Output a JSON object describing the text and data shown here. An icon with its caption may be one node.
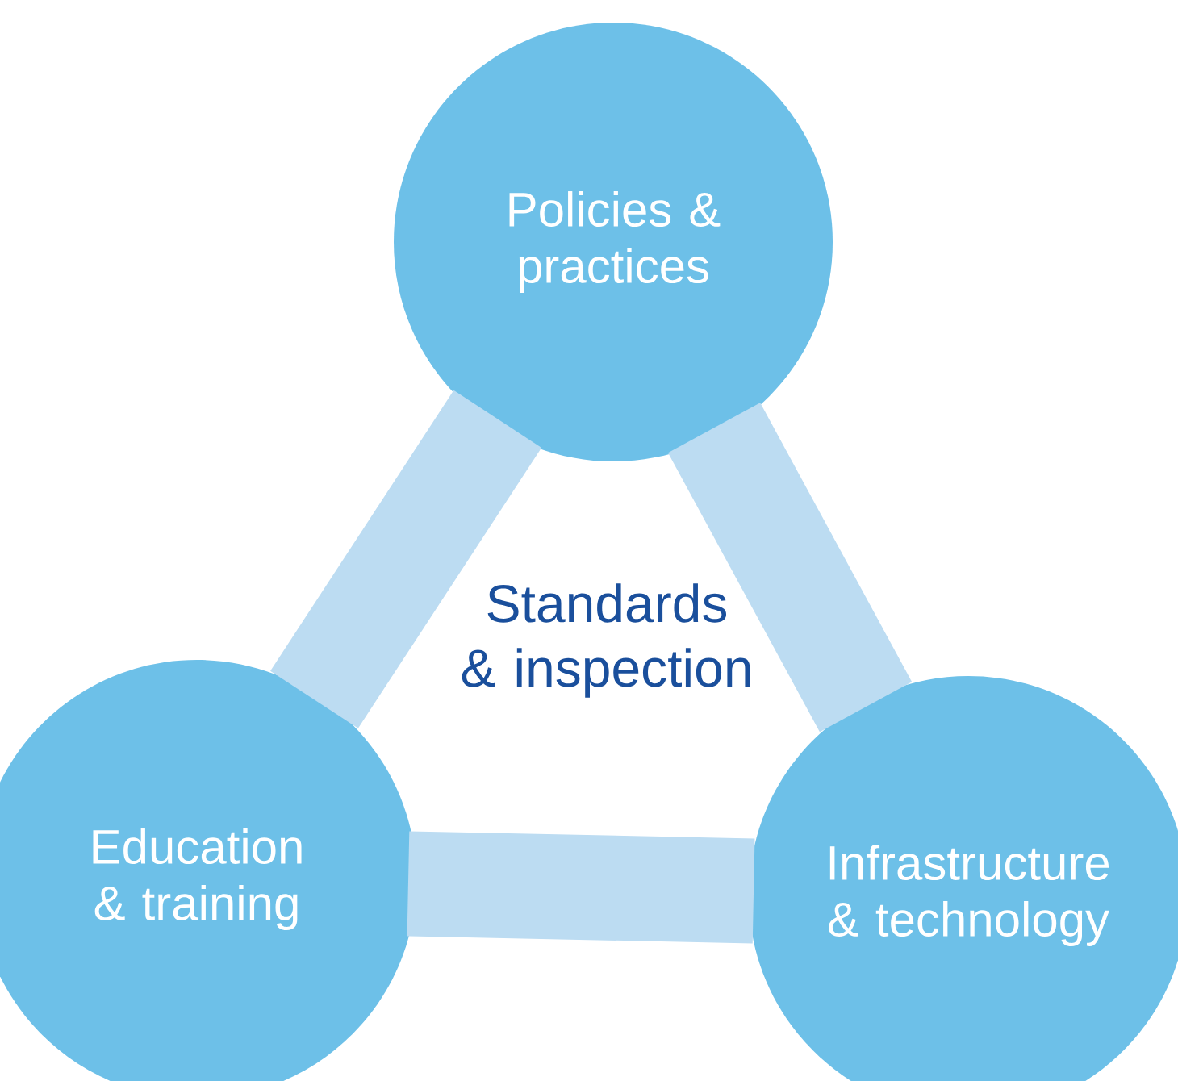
{
  "diagram": {
    "nodes": [
      {
        "text": [
          "Policies & practices"
        ]
      },
      {
        "text": [
          "Education & training"
        ]
      },
      {
        "text": [
          "Infrastructure & technology"
        ]
      }
    ],
    "edges": [
      {
        "from": 0,
        "to": 1,
        "arrow": "none",
        "style": "thick"
      },
      {
        "from": 0,
        "to": 2,
        "arrow": "none",
        "style": "thick"
      },
      {
        "from": 1,
        "to": 2,
        "arrow": "none",
        "style": "thick"
      }
    ],
    "labels": [
      "Standards & inspection"
    ]
  }
}
